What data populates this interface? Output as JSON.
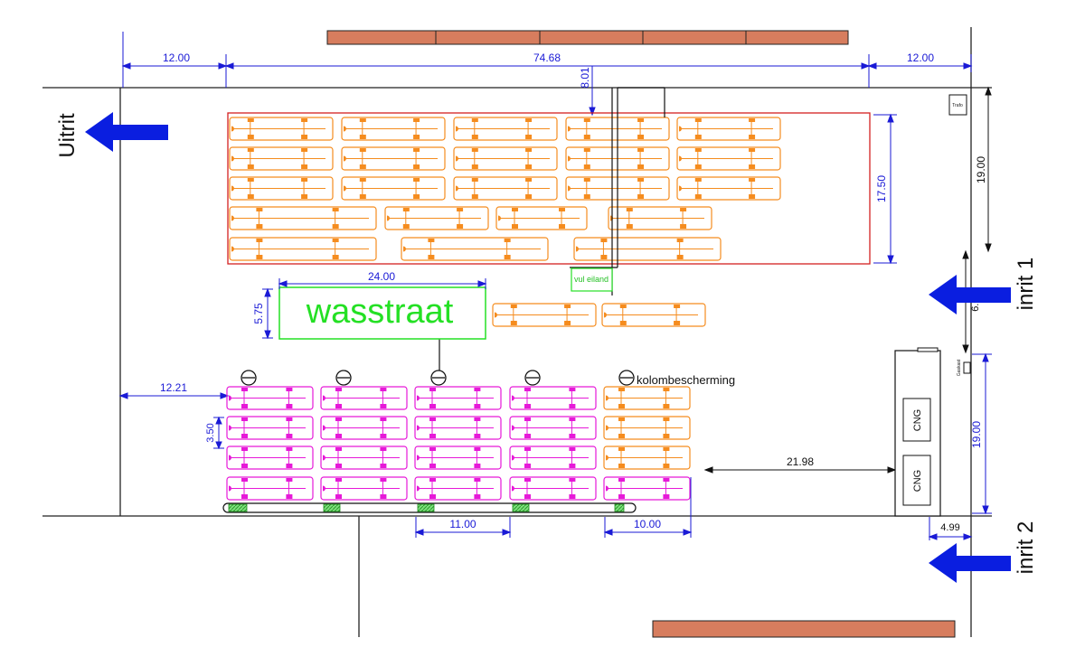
{
  "labels": {
    "exit": "Uitrit",
    "entrance1": "inrit 1",
    "entrance2": "inrit 2",
    "car_wash": "wasstraat",
    "fuel_island": "vul eiland",
    "column_protection": "kolombescherming",
    "trafo": "Trafo",
    "cng_1": "CNG",
    "cng_2": "CNG",
    "gaskast": "Gaskast"
  },
  "dimensions": {
    "left_offset": "12.00",
    "total_width": "74.68",
    "right_offset": "12.00",
    "top_gap": "8.01",
    "upper_zone_height": "17.50",
    "right_top": "19.00",
    "right_mid": "6.00",
    "wash_width": "24.00",
    "wash_height": "5.75",
    "left_gap": "12.21",
    "bay_height": "3.50",
    "cng_gap": "21.98",
    "right_bottom": "19.00",
    "bottom_span_1": "11.00",
    "bottom_span_2": "10.00",
    "cng_width": "4.99"
  },
  "colors": {
    "dimension_blue": "#1a1ad6",
    "arrow_blue": "#0a1ee0",
    "orange_vehicle": "#f58c1e",
    "magenta_vehicle": "#e619d8",
    "wash_green": "#24e024",
    "zone_red": "#d42020",
    "building_brick": "#d77d5e"
  }
}
